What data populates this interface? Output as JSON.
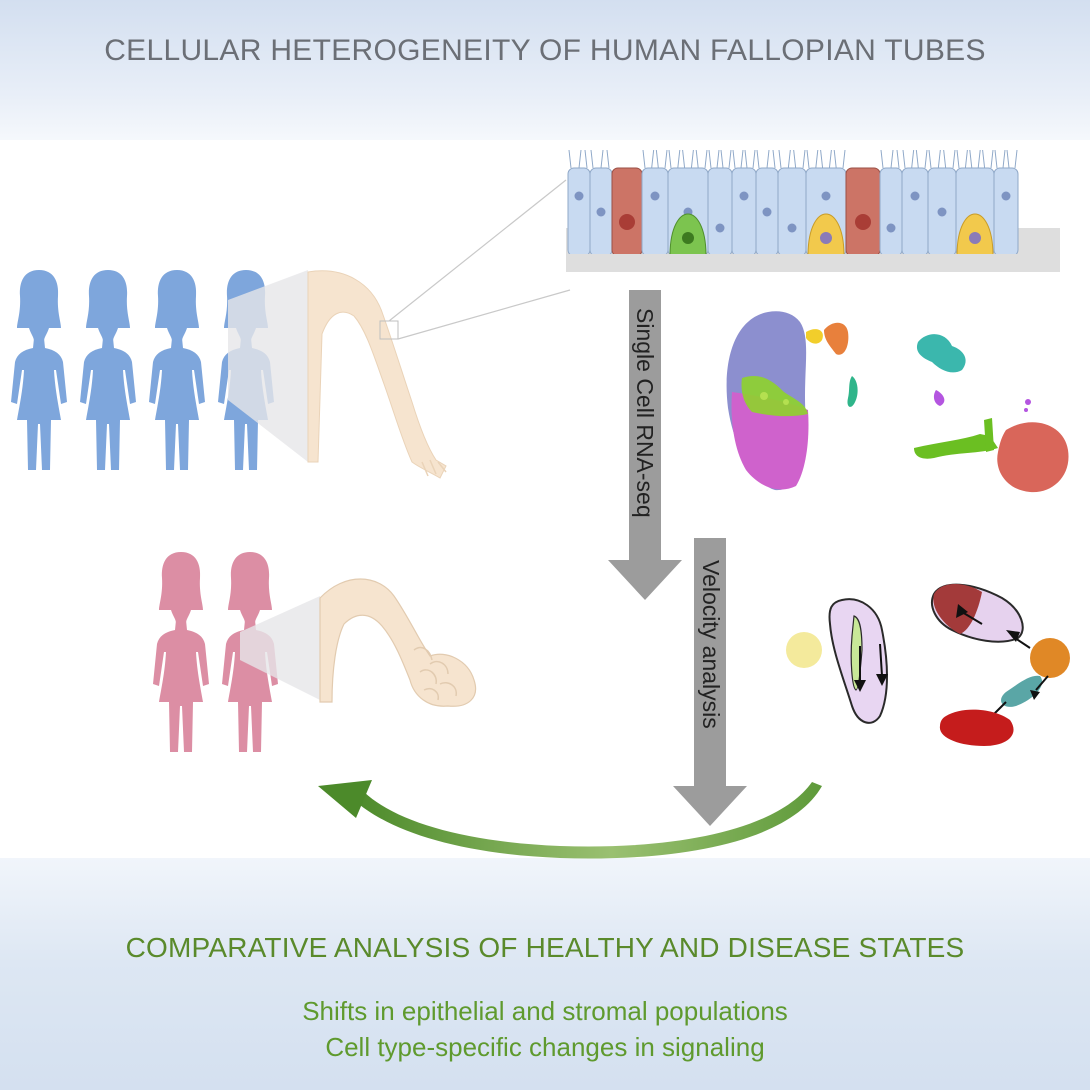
{
  "title": "CELLULAR HETEROGENEITY OF HUMAN FALLOPIAN TUBES",
  "steps": {
    "sequencing": "Single Cell RNA-seq",
    "velocity": "Velocity analysis"
  },
  "comparison": {
    "heading": "COMPARATIVE ANALYSIS OF HEALTHY AND DISEASE STATES",
    "findings": [
      "Shifts in epithelial and stromal populations",
      "Cell type-specific changes in signaling"
    ]
  },
  "groups": {
    "healthy_count": 4,
    "disease_count": 2
  },
  "colors": {
    "healthy": "#7ea6dc",
    "disease": "#dc8ea4",
    "accent_green": "#5f9a2e",
    "step_arrow": "#9c9c9c"
  }
}
